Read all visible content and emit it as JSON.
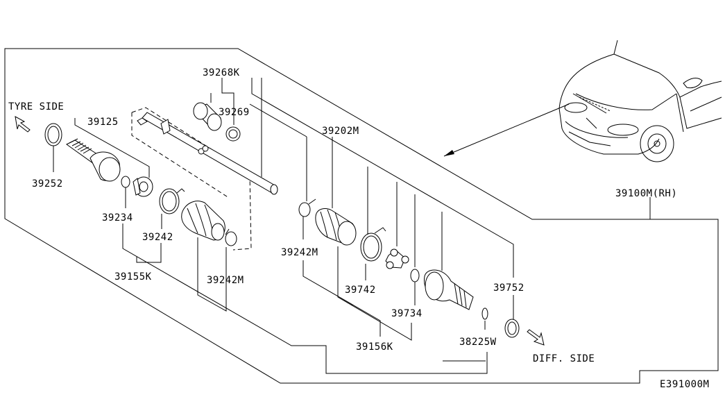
{
  "labels": {
    "tyre_side": "TYRE SIDE",
    "diff_side": "DIFF. SIDE",
    "assembly_rh": "39100M(RH)",
    "diagram_code": "E391000M"
  },
  "parts": {
    "p39268k": "39268K",
    "p39269": "39269",
    "p39202m": "39202M",
    "p39125": "39125",
    "p39252": "39252",
    "p39234": "39234",
    "p39242": "39242",
    "p39155k": "39155K",
    "p39242m_left": "39242M",
    "p39242m_right": "39242M",
    "p39742": "39742",
    "p39734": "39734",
    "p39156k": "39156K",
    "p38225w": "38225W",
    "p39752": "39752"
  }
}
